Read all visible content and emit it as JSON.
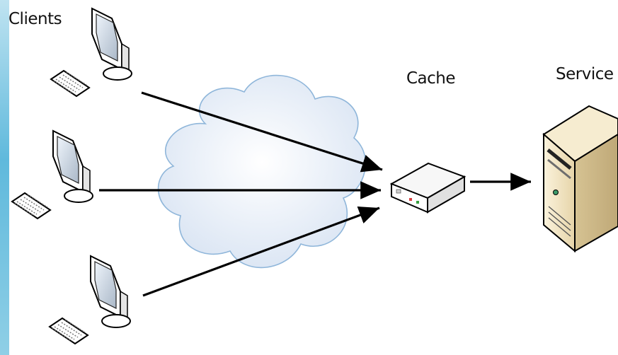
{
  "labels": {
    "clients": "Clients",
    "cache": "Cache",
    "service": "Service"
  },
  "colors": {
    "edge_accent": "#5fb9dc",
    "cloud_stroke": "#8fb6da",
    "cloud_fill": "#e9eff8",
    "arrow": "#000000",
    "server_beige": "#efe3c2"
  }
}
